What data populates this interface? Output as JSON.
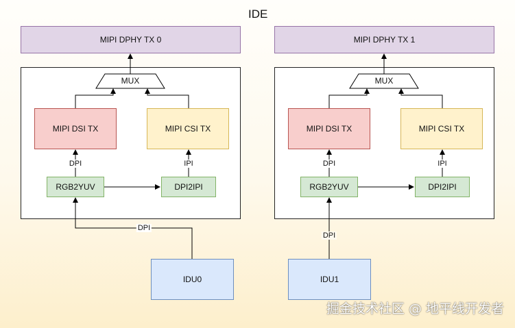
{
  "diagram": {
    "title": "IDE",
    "tx0": "MIPI DPHY TX 0",
    "tx1": "MIPI DPHY TX 1",
    "left": {
      "mux": "MUX",
      "dsi": "MIPI DSI TX",
      "csi": "MIPI CSI TX",
      "rgb2yuv": "RGB2YUV",
      "dpi2ipi": "DPI2IPI",
      "dpi_label": "DPI",
      "ipi_label": "IPI",
      "idu": "IDU0",
      "idu_edge_label": "DPI"
    },
    "right": {
      "mux": "MUX",
      "dsi": "MIPI DSI TX",
      "csi": "MIPI CSI TX",
      "rgb2yuv": "RGB2YUV",
      "dpi2ipi": "DPI2IPI",
      "dpi_label": "DPI",
      "ipi_label": "IPI",
      "idu": "IDU1",
      "idu_edge_label": "DPI"
    }
  },
  "watermark": "掘金技术社区 @ 地平线开发者"
}
